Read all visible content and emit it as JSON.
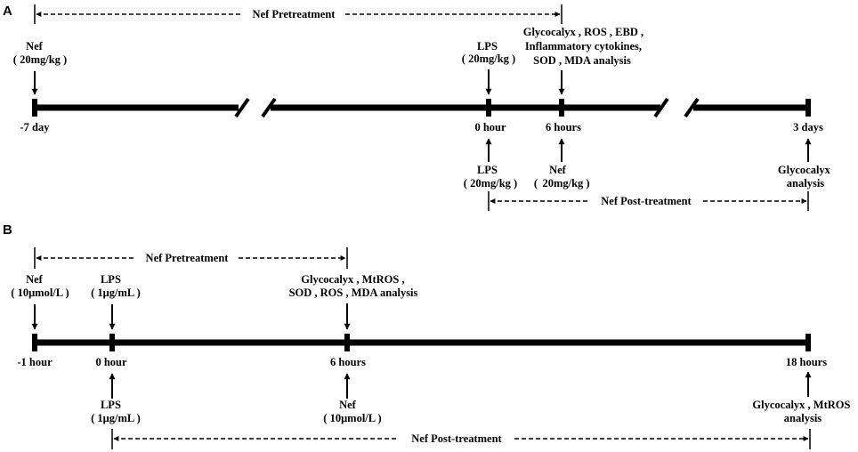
{
  "panel_a": {
    "letter": "A",
    "pretreatment_label": "Nef  Pretreatment",
    "posttreatment_label": "Nef   Post-treatment",
    "above": {
      "nef_dose": [
        "Nef",
        "( 20mg/kg )"
      ],
      "lps_dose": [
        "LPS",
        "( 20mg/kg )"
      ],
      "analysis": [
        "Glycocalyx , ROS , EBD ,",
        "Inflammatory cytokines,",
        "SOD , MDA analysis"
      ]
    },
    "times": {
      "minus_7_day": "-7 day",
      "zero_hour": "0 hour",
      "six_hours": "6 hours",
      "three_days": "3 days"
    },
    "below": {
      "lps_dose": [
        "LPS",
        "( 20mg/kg )"
      ],
      "nef_dose": [
        "Nef",
        "20mg/kg )"
      ],
      "analysis": [
        "Glycocalyx",
        "analysis"
      ]
    }
  },
  "panel_b": {
    "letter": "B",
    "pretreatment_label": "Nef  Pretreatment",
    "posttreatment_label": "Nef   Post-treatment",
    "above": {
      "nef_dose": [
        "Nef",
        "( 10μmol/L )"
      ],
      "lps_dose": [
        "LPS",
        "( 1μg/mL )"
      ],
      "analysis": [
        "Glycocalyx  ,  MtROS   ,",
        "SOD , ROS , MDA analysis"
      ]
    },
    "times": {
      "minus_1_hour": "-1 hour",
      "zero_hour": "0 hour",
      "six_hours": "6 hours",
      "eighteen_hours": "18 hours"
    },
    "below": {
      "lps_dose": [
        "LPS",
        "( 1μg/mL )"
      ],
      "nef_dose": [
        "Nef",
        "( 10μmol/L )"
      ],
      "analysis": [
        "Glycocalyx , MtROS",
        "analysis"
      ]
    }
  }
}
